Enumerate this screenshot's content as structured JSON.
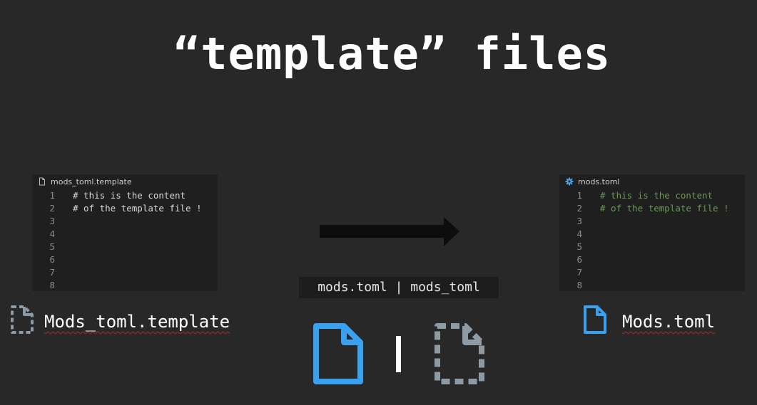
{
  "slide": {
    "title": "“template” files"
  },
  "editor_left": {
    "tab_label": "mods_toml.template",
    "tab_icon": "file-icon",
    "lines": [
      {
        "n": "1",
        "code": "# this is the content"
      },
      {
        "n": "2",
        "code": "# of the template file !"
      },
      {
        "n": "3",
        "code": ""
      },
      {
        "n": "4",
        "code": ""
      },
      {
        "n": "5",
        "code": ""
      },
      {
        "n": "6",
        "code": ""
      },
      {
        "n": "7",
        "code": ""
      },
      {
        "n": "8",
        "code": ""
      }
    ]
  },
  "editor_right": {
    "tab_label": "mods.toml",
    "tab_icon": "gear-icon",
    "lines": [
      {
        "n": "1",
        "code": "# this is the content"
      },
      {
        "n": "2",
        "code": "# of the template file !"
      },
      {
        "n": "3",
        "code": ""
      },
      {
        "n": "4",
        "code": ""
      },
      {
        "n": "5",
        "code": ""
      },
      {
        "n": "6",
        "code": ""
      },
      {
        "n": "7",
        "code": ""
      },
      {
        "n": "8",
        "code": ""
      }
    ]
  },
  "center": {
    "label": "mods.toml | mods_toml",
    "arrow_icon": "right-arrow-icon",
    "divider": "|"
  },
  "files": {
    "template_name": "Mods_toml.template",
    "output_name": "Mods.toml"
  },
  "colors": {
    "background": "#282828",
    "editor_bg": "#1f1f1f",
    "solid_file_blue": "#3aa0f0",
    "dashed_file_gray": "#8e9aa4",
    "comment_green": "#6a9955",
    "gear_blue": "#4aa3df",
    "squiggle_red": "#b0282a"
  }
}
